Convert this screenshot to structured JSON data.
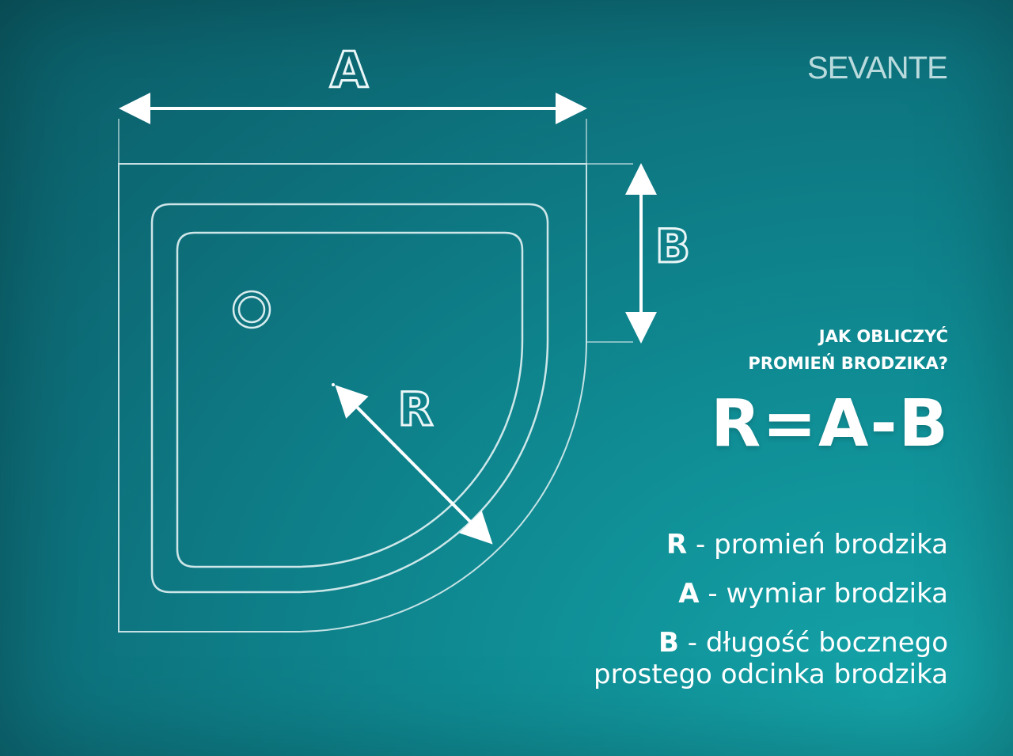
{
  "brand": {
    "logo_text": "SEVANTE"
  },
  "diagram": {
    "label_a": "A",
    "label_b": "B",
    "label_r": "R"
  },
  "heading": {
    "line1": "JAK OBLICZYĆ",
    "line2": "PROMIEŃ BRODZIKA?"
  },
  "formula": "R=A-B",
  "legend": {
    "r": {
      "key": "R",
      "text": "- promień brodzika"
    },
    "a": {
      "key": "A",
      "text": "- wymiar brodzika"
    },
    "b": {
      "key": "B",
      "text": "- długość bocznego",
      "text_line2": "prostego odcinka brodzika"
    }
  },
  "colors": {
    "background": "#0f8a92",
    "line": "#eaf6f7",
    "text": "#ffffff"
  }
}
